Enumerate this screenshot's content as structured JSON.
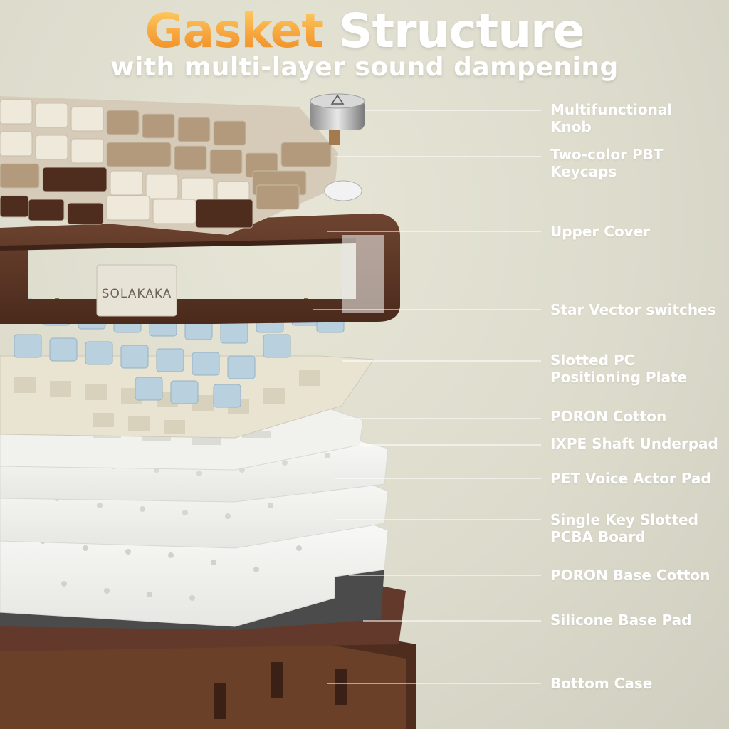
{
  "header": {
    "title_accent": "Gasket",
    "title_rest": "Structure",
    "subtitle": "with multi-layer sound dampening"
  },
  "brand": {
    "badge": "SOLAKAKA"
  },
  "colors": {
    "title_accent": "#f6a23a",
    "label_text": "#ffffff",
    "case_brown": "#5a3322",
    "keycap_cream": "#efe9dc",
    "keycap_tan": "#b49a7c",
    "switch_blue": "#b9d0de",
    "plate_cream": "#e9e4d2",
    "foam_white": "#f4f4f2",
    "foam_dark": "#4a4a4a"
  },
  "layers": [
    {
      "lines": [
        "Multifunctional",
        "Knob"
      ]
    },
    {
      "lines": [
        "Two-color PBT",
        "Keycaps"
      ]
    },
    {
      "lines": [
        "Upper Cover"
      ]
    },
    {
      "lines": [
        "Star Vector switches"
      ]
    },
    {
      "lines": [
        "Slotted PC",
        "Positioning Plate"
      ]
    },
    {
      "lines": [
        "PORON Cotton"
      ]
    },
    {
      "lines": [
        "IXPE Shaft Underpad"
      ]
    },
    {
      "lines": [
        "PET Voice Actor Pad"
      ]
    },
    {
      "lines": [
        "Single Key Slotted",
        "PCBA Board"
      ]
    },
    {
      "lines": [
        "PORON Base Cotton"
      ]
    },
    {
      "lines": [
        "Silicone Base Pad"
      ]
    },
    {
      "lines": [
        "Bottom Case"
      ]
    }
  ]
}
